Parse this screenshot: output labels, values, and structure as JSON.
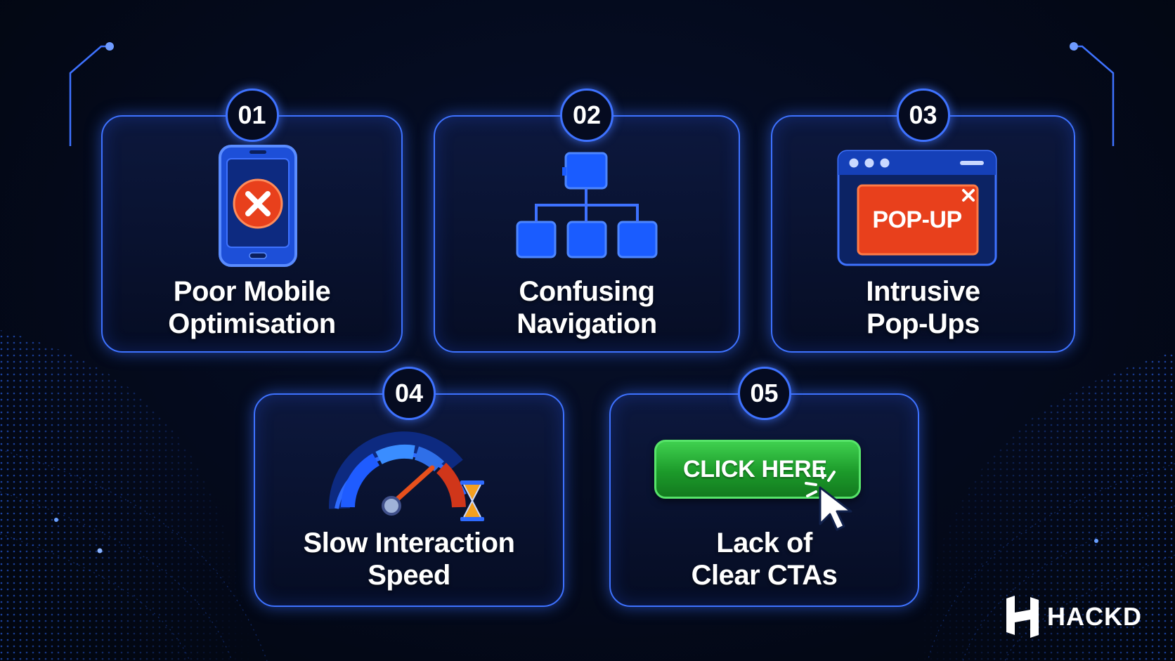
{
  "cards": [
    {
      "number": "01",
      "title_line1": "Poor Mobile",
      "title_line2": "Optimisation",
      "icon": "phone-error-icon"
    },
    {
      "number": "02",
      "title_line1": "Confusing",
      "title_line2": "Navigation",
      "icon": "sitemap-icon"
    },
    {
      "number": "03",
      "title_line1": "Intrusive",
      "title_line2": "Pop-Ups",
      "icon": "popup-window-icon",
      "popup_label": "POP-UP"
    },
    {
      "number": "04",
      "title_line1": "Slow Interaction",
      "title_line2": "Speed",
      "icon": "speedometer-icon"
    },
    {
      "number": "05",
      "title_line1": "Lack of",
      "title_line2": "Clear CTAs",
      "icon": "cta-button-icon",
      "button_label": "CLICK HERE"
    }
  ],
  "brand": {
    "name": "HACKD"
  },
  "colors": {
    "accent": "#3e72ff",
    "error": "#e8401c",
    "cta_green": "#22a633",
    "background": "#040a1c"
  }
}
